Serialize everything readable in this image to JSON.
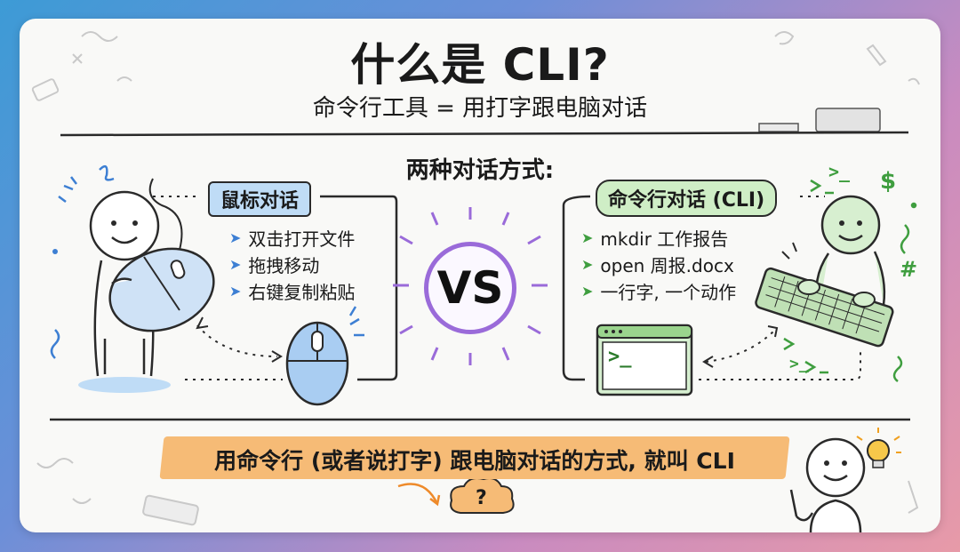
{
  "title": "什么是 CLI?",
  "subtitle": "命令行工具 = 用打字跟电脑对话",
  "section_heading": "两种对话方式:",
  "left": {
    "label": "鼠标对话",
    "items": [
      "双击打开文件",
      "拖拽移动",
      "右键复制粘贴"
    ]
  },
  "right": {
    "label": "命令行对话 (CLI)",
    "items": [
      "mkdir 工作报告",
      "open 周报.docx",
      "一行字, 一个动作"
    ],
    "terminal_prompt": ">_"
  },
  "vs": "VS",
  "conclusion": "用命令行 (或者说打字) 跟电脑对话的方式, 就叫 CLI",
  "doodles": {
    "dollar": "$",
    "hash": "#",
    "prompt1": ">_",
    "prompt2": ">_",
    "question": "?"
  },
  "colors": {
    "mouse_blue": "#bfdcf6",
    "cli_green": "#cfeec6",
    "vs_purple": "#9a6bd9",
    "banner_orange": "#f6bb76"
  }
}
